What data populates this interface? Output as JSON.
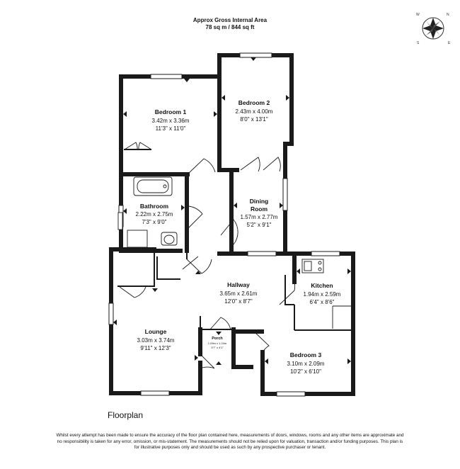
{
  "header": {
    "line1": "Approx Gross Internal Area",
    "line2": "78 sq m / 844 sq ft"
  },
  "compass": {
    "n": "N",
    "e": "E",
    "s": "S",
    "w": "W"
  },
  "rooms": {
    "bedroom1": {
      "name": "Bedroom 1",
      "metric": "3.42m x 3.36m",
      "imperial": "11'3\" x 11'0\""
    },
    "bedroom2": {
      "name": "Bedroom 2",
      "metric": "2.43m x 4.00m",
      "imperial": "8'0\" x 13'1\""
    },
    "bathroom": {
      "name": "Bathroom",
      "metric": "2.22m x 2.75m",
      "imperial": "7'3\" x 9'0\""
    },
    "dining": {
      "name_line1": "Dining",
      "name_line2": "Room",
      "metric": "1.57m x 2.77m",
      "imperial": "5'2\" x 9'1\""
    },
    "hallway": {
      "name": "Hallway",
      "metric": "3.65m x 2.61m",
      "imperial": "12'0\" x 8'7\""
    },
    "kitchen": {
      "name": "Kitchen",
      "metric": "1.94m x 2.59m",
      "imperial": "6'4\" x 8'6\""
    },
    "lounge": {
      "name": "Lounge",
      "metric": "3.03m x 3.74m",
      "imperial": "9'11\" x 12'3\""
    },
    "porch": {
      "name": "Porch",
      "metric": "1.09m x 1.24m",
      "imperial": "3'7\" x 4'1\""
    },
    "bedroom3": {
      "name": "Bedroom 3",
      "metric": "3.10m x 2.09m",
      "imperial": "10'2\" x 6'10\""
    }
  },
  "caption": "Floorplan",
  "disclaimer": "Whilst every attempt has been made to ensure the accuracy of the floor plan contained here, measurements of doors, windows, rooms and any other items are approximate and no responsibility is taken for any error, omission, or mis-statement. The measurements should not be relied upon for valuation, transaction and/or funding purposes. This plan is for illustrative purposes only and should be used as such by any prospective purchaser or tenant."
}
